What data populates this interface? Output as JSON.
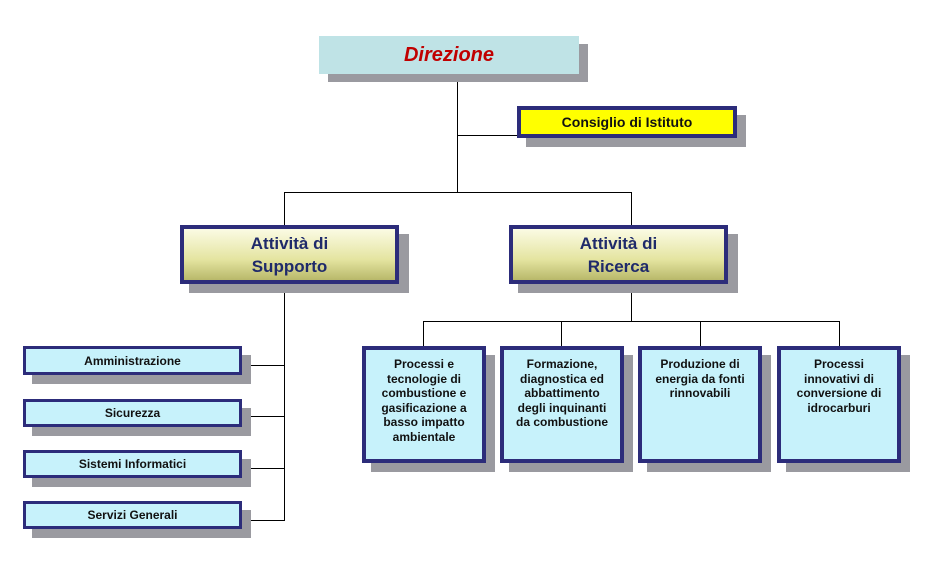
{
  "top": {
    "label": "Direzione"
  },
  "council": {
    "label": "Consiglio di Istituto"
  },
  "areas": [
    {
      "label_line1": "Attività di",
      "label_line2": "Supporto"
    },
    {
      "label_line1": "Attività di",
      "label_line2": "Ricerca"
    }
  ],
  "support_units": [
    {
      "label": "Amministrazione"
    },
    {
      "label": "Sicurezza"
    },
    {
      "label": "Sistemi Informatici"
    },
    {
      "label": "Servizi Generali"
    }
  ],
  "research_units": [
    {
      "label": "Processi e tecnologie di combustione e gasificazione a basso impatto ambientale"
    },
    {
      "label": "Formazione, diagnostica ed abbattimento degli inquinanti da combustione"
    },
    {
      "label": "Produzione di energia da fonti rinnovabili"
    },
    {
      "label": "Processi innovativi di conversione di idrocarburi"
    }
  ],
  "colors": {
    "top_fill": "#bfe3e6",
    "top_text": "#c00000",
    "council_fill": "#ffff00",
    "border": "#2c2c7a",
    "unit_fill": "#c7f2fb",
    "shadow": "#9a9aa0"
  }
}
